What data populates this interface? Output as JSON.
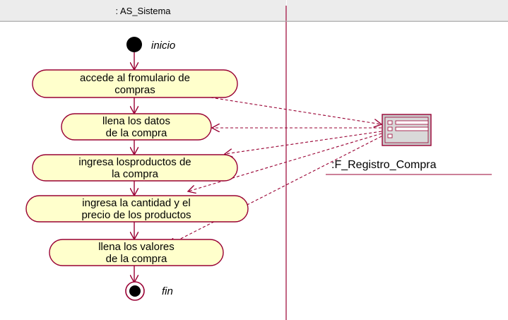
{
  "swimlanes": [
    {
      "title": ": AS_Sistema"
    },
    {
      "title": ""
    }
  ],
  "start_node": {
    "label": "inicio"
  },
  "end_node": {
    "label": "fin"
  },
  "activities": [
    {
      "lines": [
        "accede al fromulario de",
        "compras"
      ]
    },
    {
      "lines": [
        "llena  los datos",
        "de la compra"
      ]
    },
    {
      "lines": [
        "ingresa losproductos de",
        "la compra"
      ]
    },
    {
      "lines": [
        "ingresa la cantidad y el",
        "precio de los productos"
      ]
    },
    {
      "lines": [
        "llena  los valores",
        "de la compra"
      ]
    }
  ],
  "object": {
    "label": ":F_Registro_Compra",
    "icon": "form-icon"
  },
  "colors": {
    "activity_fill": "#ffffcc",
    "activity_stroke": "#990033",
    "arrow": "#990033",
    "lane_divider": "#990033",
    "node_fill": "#000000"
  }
}
